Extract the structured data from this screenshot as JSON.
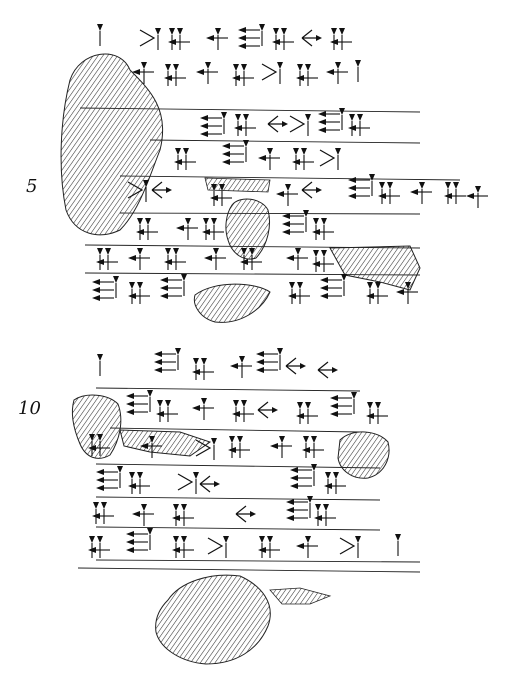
{
  "line_numbers": [
    "5",
    "10"
  ],
  "colors": {
    "ink": "#111111",
    "paper": "#ffffff",
    "hatch": "#333333"
  },
  "figure": {
    "type": "cuneiform-tablet-hand-copy",
    "sections": 2,
    "damaged_areas_hatched": true
  }
}
